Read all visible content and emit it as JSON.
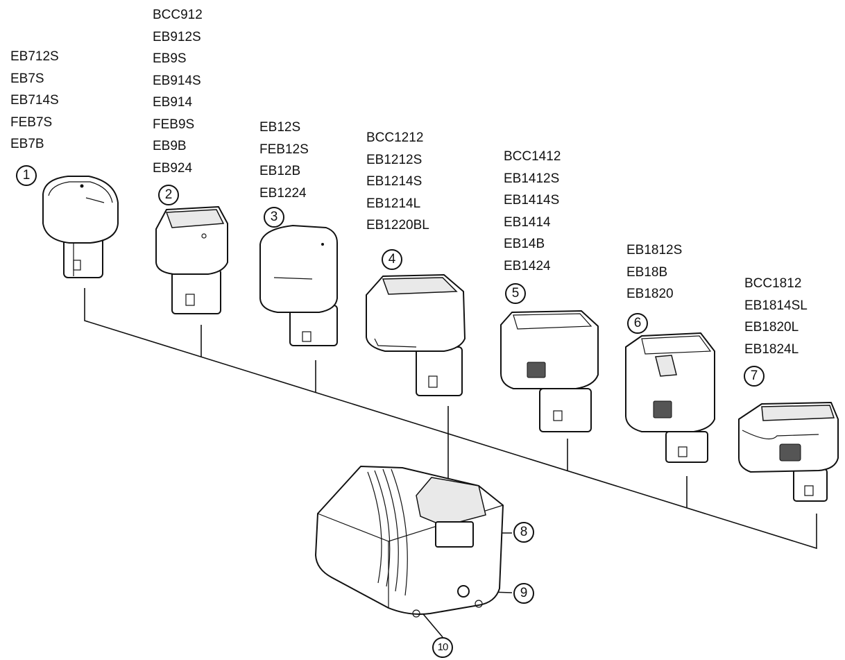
{
  "batteries": [
    {
      "callout": "1",
      "models": [
        "EB712S",
        "EB7S",
        "EB714S",
        "FEB7S",
        "EB7B"
      ]
    },
    {
      "callout": "2",
      "models": [
        "BCC912",
        "EB912S",
        "EB9S",
        "EB914S",
        "EB914",
        "FEB9S",
        "EB9B",
        "EB924"
      ]
    },
    {
      "callout": "3",
      "models": [
        "EB12S",
        "FEB12S",
        "EB12B",
        "EB1224"
      ]
    },
    {
      "callout": "4",
      "models": [
        "BCC1212",
        "EB1212S",
        "EB1214S",
        "EB1214L",
        "EB1220BL"
      ]
    },
    {
      "callout": "5",
      "models": [
        "BCC1412",
        "EB1412S",
        "EB1414S",
        "EB1414",
        "EB14B",
        "EB1424"
      ]
    },
    {
      "callout": "6",
      "models": [
        "EB1812S",
        "EB18B",
        "EB1820"
      ]
    },
    {
      "callout": "7",
      "models": [
        "BCC1812",
        "EB1814SL",
        "EB1820L",
        "EB1824L"
      ]
    }
  ],
  "charger": {
    "callouts": [
      "8",
      "9",
      "10"
    ]
  }
}
